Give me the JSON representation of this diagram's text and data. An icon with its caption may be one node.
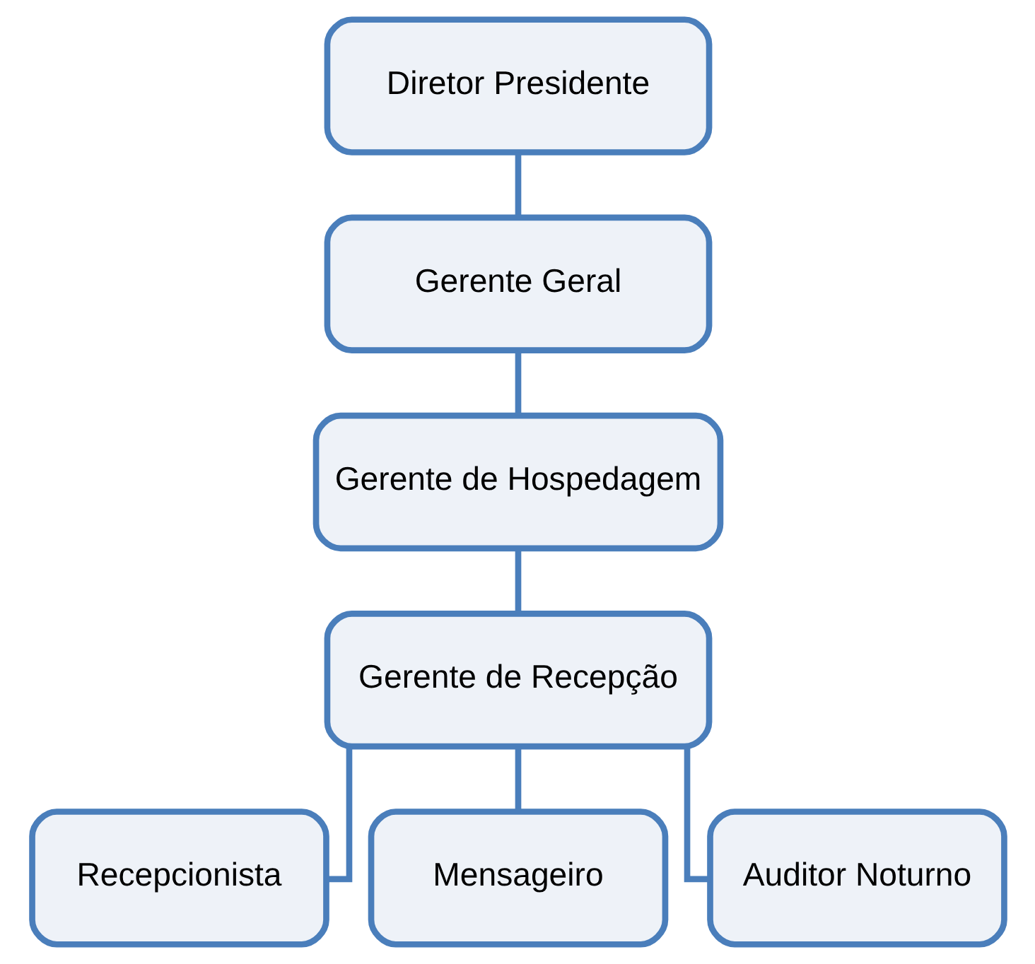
{
  "diagram": {
    "nodes": [
      {
        "text": [
          "Diretor Presidente"
        ]
      },
      {
        "text": [
          "Gerente Geral"
        ]
      },
      {
        "text": [
          "Gerente de Hospedagem"
        ]
      },
      {
        "text": [
          "Gerente de Recepção"
        ]
      },
      {
        "text": [
          "Recepcionista"
        ]
      },
      {
        "text": [
          "Mensageiro"
        ]
      },
      {
        "text": [
          "Auditor Noturno"
        ]
      }
    ],
    "edges": [
      {
        "from": 0,
        "to": 1,
        "arrow": "none"
      },
      {
        "from": 1,
        "to": 2,
        "arrow": "none"
      },
      {
        "from": 2,
        "to": 3,
        "arrow": "none"
      },
      {
        "from": 3,
        "to": 4,
        "arrow": "none"
      },
      {
        "from": 3,
        "to": 5,
        "arrow": "none"
      },
      {
        "from": 3,
        "to": 6,
        "arrow": "none"
      }
    ]
  }
}
